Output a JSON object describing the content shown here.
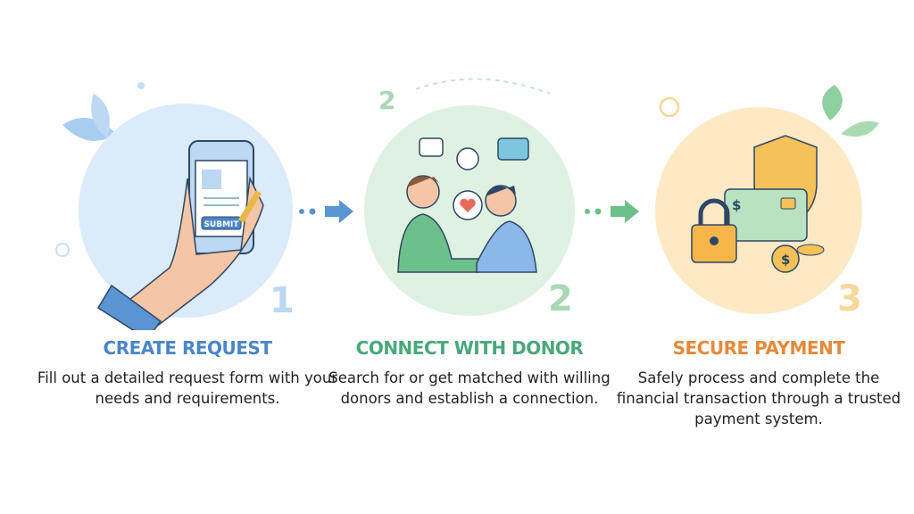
{
  "steps": [
    {
      "number": "1",
      "title": "CREATE REQUEST",
      "description": "Fill out a detailed request form with your needs and requirements.",
      "button_text": "SUBMIT",
      "color": "#4a86c8",
      "circle": "#dcebf9"
    },
    {
      "number": "2",
      "title": "CONNECT WITH DONOR",
      "description": "Search for or get matched with willing donors and establish a connection.",
      "color": "#4aa87a",
      "circle": "#dff2e2"
    },
    {
      "number": "3",
      "title": "SECURE PAYMENT",
      "description": "Safely process and complete the financial transaction through a trusted payment system.",
      "currency_symbol": "$",
      "color": "#e58a3a",
      "circle": "#fde9c4"
    }
  ]
}
